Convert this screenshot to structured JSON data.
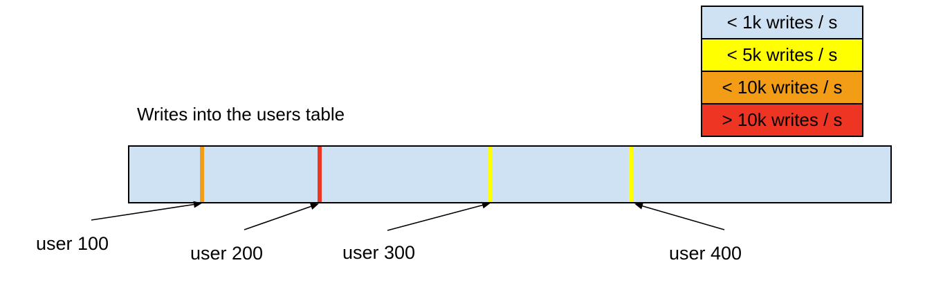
{
  "title": "Writes into the users table",
  "colors": {
    "bar_fill": "#cfe2f3",
    "outline": "#000000",
    "lt1k_blue": "#cfe2f3",
    "lt5k_yellow": "#ffff00",
    "lt10k_orange": "#f29d15",
    "gt10k_red": "#ee3524"
  },
  "legend": {
    "items": [
      {
        "label": "< 1k writes / s",
        "color": "#cfe2f3"
      },
      {
        "label": "< 5k writes / s",
        "color": "#ffff00"
      },
      {
        "label": "< 10k writes / s",
        "color": "#f29d15"
      },
      {
        "label": "> 10k writes / s",
        "color": "#ee3524"
      }
    ]
  },
  "bar": {
    "fill": "#cfe2f3",
    "markers": [
      {
        "user": "user 100",
        "color": "#f29d15",
        "x_pct": 9.55
      },
      {
        "user": "user 200",
        "color": "#ee3524",
        "x_pct": 25.0
      },
      {
        "user": "user 300",
        "color": "#ffff00",
        "x_pct": 47.45
      },
      {
        "user": "user 400",
        "color": "#ffff00",
        "x_pct": 65.9
      }
    ]
  }
}
